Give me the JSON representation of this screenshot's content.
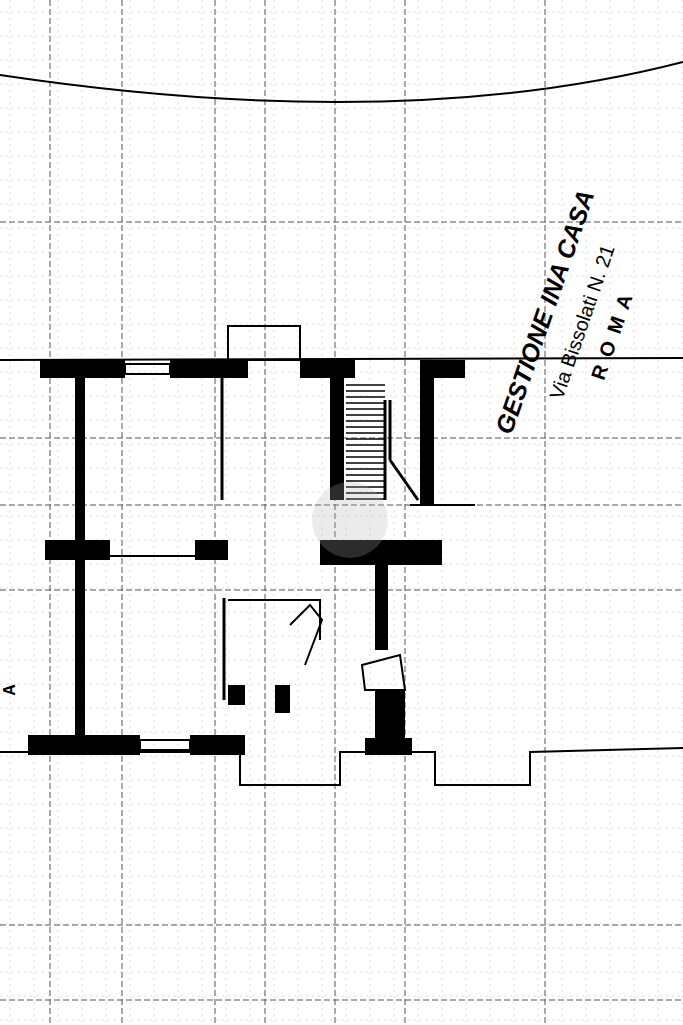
{
  "diagram": {
    "labels": [
      "GESTIONE INA CASA",
      "Via Bissolati N. 21",
      "R O M A",
      "A"
    ]
  }
}
